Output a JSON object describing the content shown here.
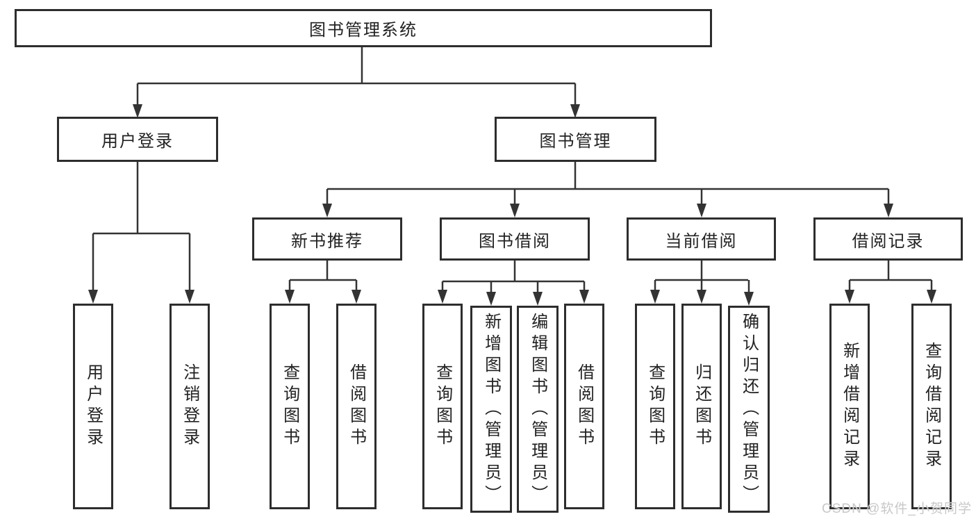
{
  "colors": {
    "line": "#333333",
    "box_border": "#2d2d2d",
    "text": "#222222",
    "watermark_text": "#c8c8c8"
  },
  "watermark": {
    "text": "CSDN @软件_小贺同学"
  },
  "tree": {
    "root": {
      "label": "图书管理系统"
    },
    "branches": [
      {
        "label": "用户登录",
        "leaves": [
          {
            "label": "用户登录"
          },
          {
            "label": "注销登录"
          }
        ]
      },
      {
        "label": "图书管理",
        "groups": [
          {
            "label": "新书推荐",
            "leaves": [
              {
                "label": "查询图书"
              },
              {
                "label": "借阅图书"
              }
            ]
          },
          {
            "label": "图书借阅",
            "leaves": [
              {
                "label": "查询图书"
              },
              {
                "label": "新增图书（管理员）"
              },
              {
                "label": "编辑图书（管理员）"
              },
              {
                "label": "借阅图书"
              }
            ]
          },
          {
            "label": "当前借阅",
            "leaves": [
              {
                "label": "查询图书"
              },
              {
                "label": "归还图书"
              },
              {
                "label": "确认归还（管理员）"
              }
            ]
          },
          {
            "label": "借阅记录",
            "leaves": [
              {
                "label": "新增借阅记录"
              },
              {
                "label": "查询借阅记录"
              }
            ]
          }
        ]
      }
    ]
  }
}
